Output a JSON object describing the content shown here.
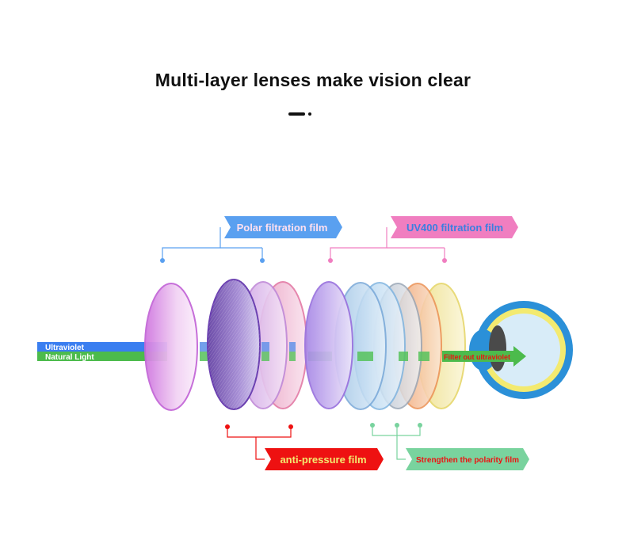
{
  "title": "Multi-layer lenses make vision clear",
  "labels": {
    "polar": "Polar filtration film",
    "uv400": "UV400 filtration film",
    "anti_pressure": "anti-pressure film",
    "polarity": "Strengthen the polarity film",
    "ultraviolet": "Ultraviolet",
    "natural_light": "Natural Light",
    "filter_out": "Filter out ultraviolet"
  },
  "colors": {
    "polar": "#5aa0f0",
    "uv400": "#f07ec0",
    "anti_pressure": "#ee1111",
    "polarity": "#79d39e",
    "ultraviolet_beam": "#3a7ef0",
    "natural_beam": "#4cbb4c",
    "eye_blue": "#2b90d8",
    "eye_yellow": "#f3ea70"
  }
}
